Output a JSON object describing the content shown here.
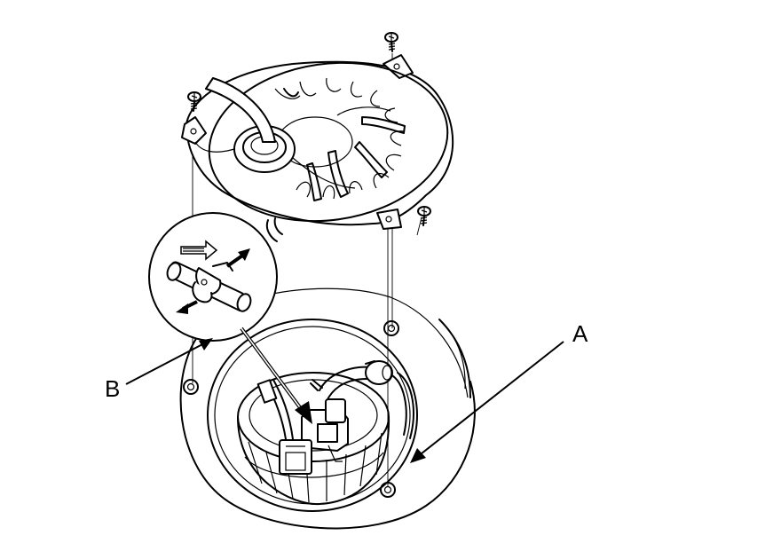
{
  "diagram": {
    "callouts": [
      {
        "id": "A",
        "label": "A"
      },
      {
        "id": "B",
        "label": "B"
      }
    ],
    "icons": [
      "screw-icon",
      "fuel-pump-icon",
      "access-cover-icon",
      "connector-detail-icon"
    ]
  }
}
